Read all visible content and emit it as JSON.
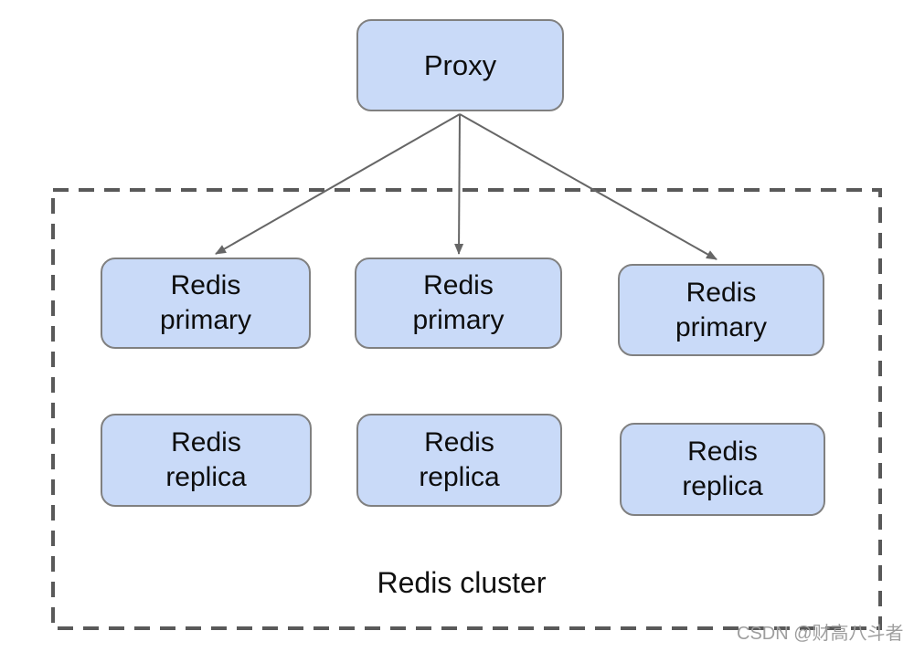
{
  "diagram": {
    "proxy": {
      "label": "Proxy"
    },
    "primaries": [
      {
        "line1": "Redis",
        "line2": "primary"
      },
      {
        "line1": "Redis",
        "line2": "primary"
      },
      {
        "line1": "Redis",
        "line2": "primary"
      }
    ],
    "replicas": [
      {
        "line1": "Redis",
        "line2": "replica"
      },
      {
        "line1": "Redis",
        "line2": "replica"
      },
      {
        "line1": "Redis",
        "line2": "replica"
      }
    ],
    "cluster_label": "Redis cluster",
    "edges": [
      {
        "from": "proxy",
        "to": "redis-primary-1"
      },
      {
        "from": "proxy",
        "to": "redis-primary-2"
      },
      {
        "from": "proxy",
        "to": "redis-primary-3"
      }
    ]
  },
  "watermark": {
    "text": "CSDN @财高八斗者"
  },
  "colors": {
    "node_fill": "#c9daf8",
    "node_border": "#808080",
    "arrow": "#666666",
    "cluster_border": "#595959",
    "watermark_text": "#9e9e9e"
  }
}
